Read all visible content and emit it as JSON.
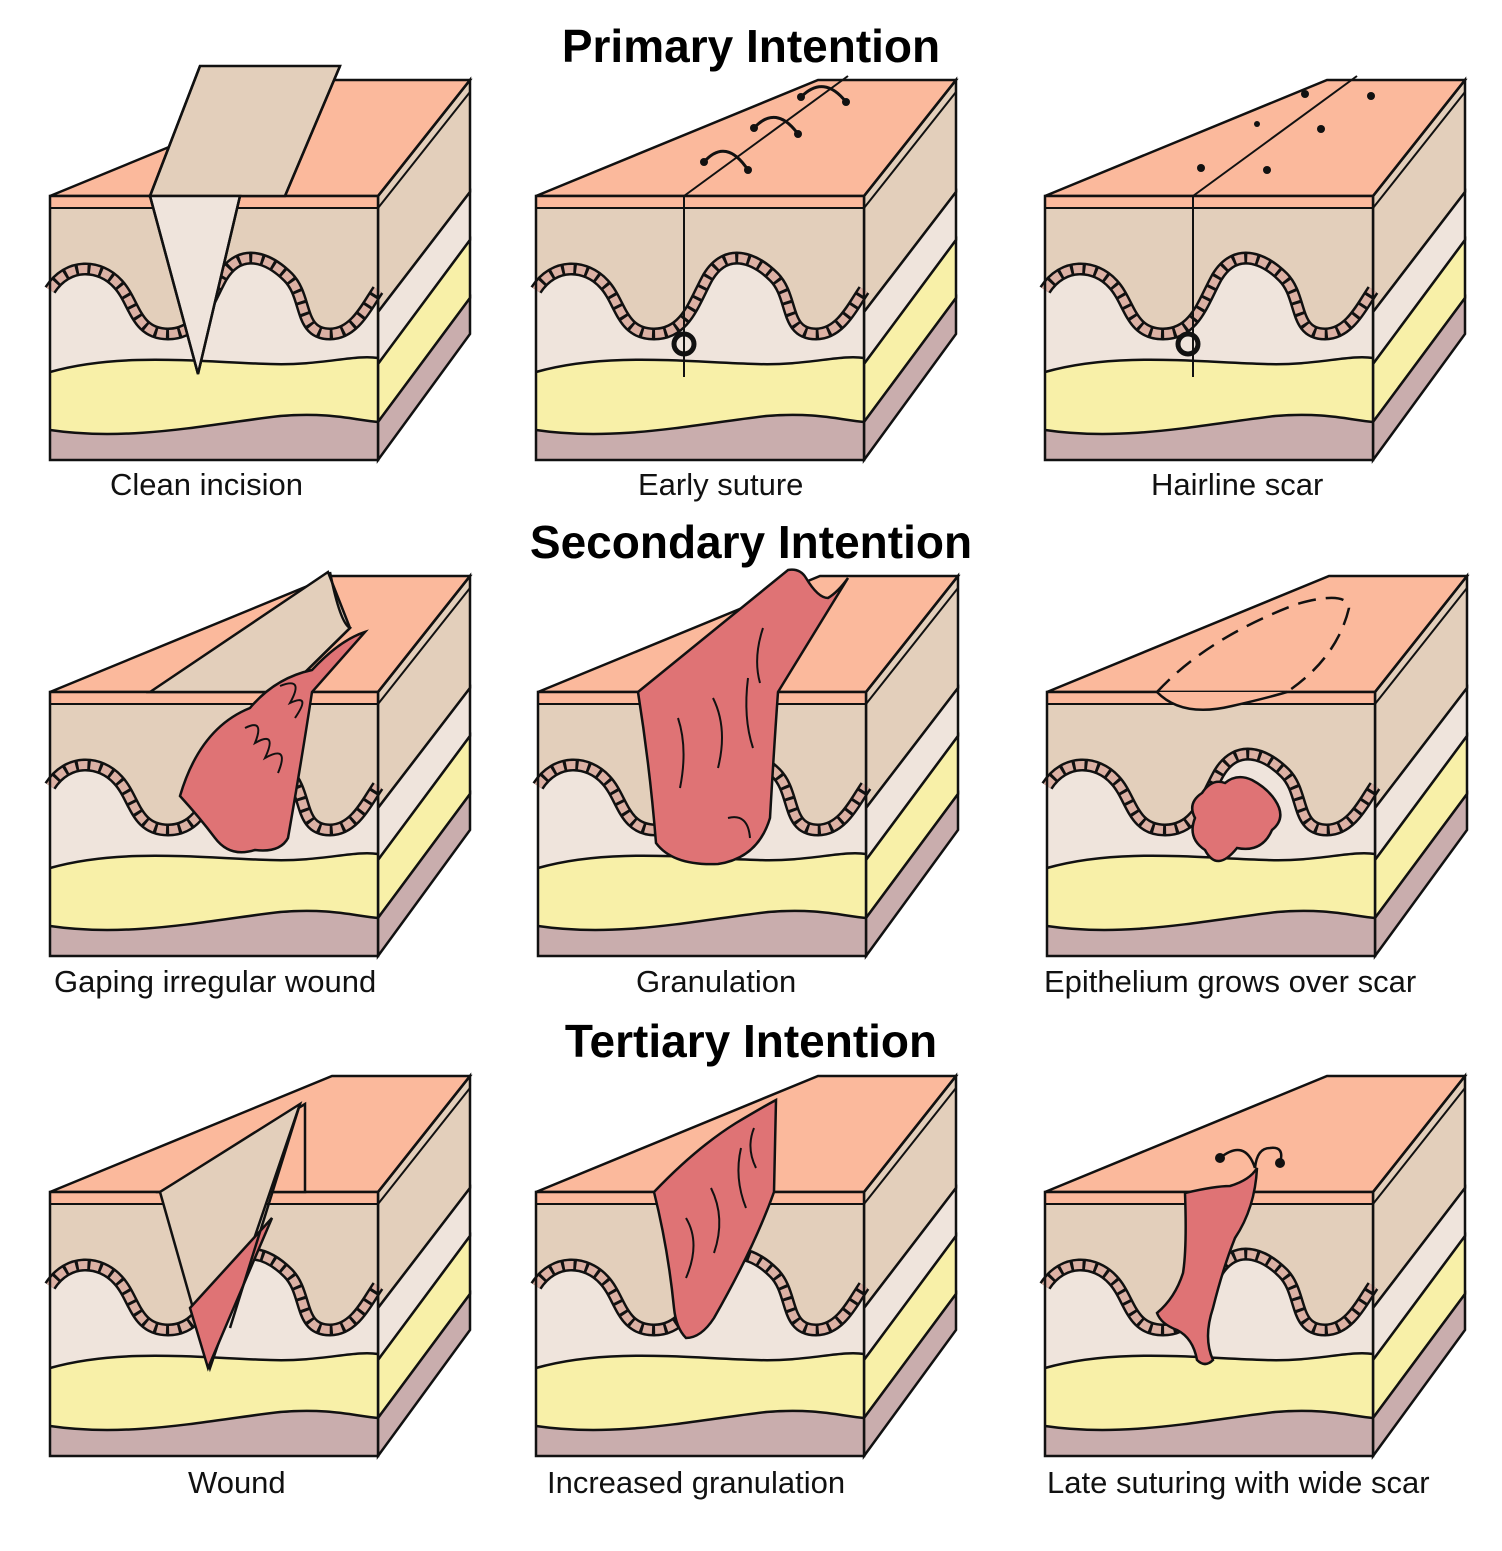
{
  "sections": [
    {
      "title": "Primary Intention",
      "panels": [
        {
          "caption": "Clean incision"
        },
        {
          "caption": "Early suture"
        },
        {
          "caption": "Hairline scar"
        }
      ]
    },
    {
      "title": "Secondary Intention",
      "panels": [
        {
          "caption": "Gaping irregular wound"
        },
        {
          "caption": "Granulation"
        },
        {
          "caption": "Epithelium grows over scar"
        }
      ]
    },
    {
      "title": "Tertiary Intention",
      "panels": [
        {
          "caption": "Wound"
        },
        {
          "caption": "Increased granulation"
        },
        {
          "caption": "Late suturing with wide scar"
        }
      ]
    }
  ],
  "colors": {
    "epidermis_top": "#fbb99c",
    "dermis": "#e3cfbb",
    "papillary": "#efe4dc",
    "fat": "#f8f0a8",
    "muscle": "#c9adad",
    "wound": "#df7375",
    "outline": "#111111"
  }
}
